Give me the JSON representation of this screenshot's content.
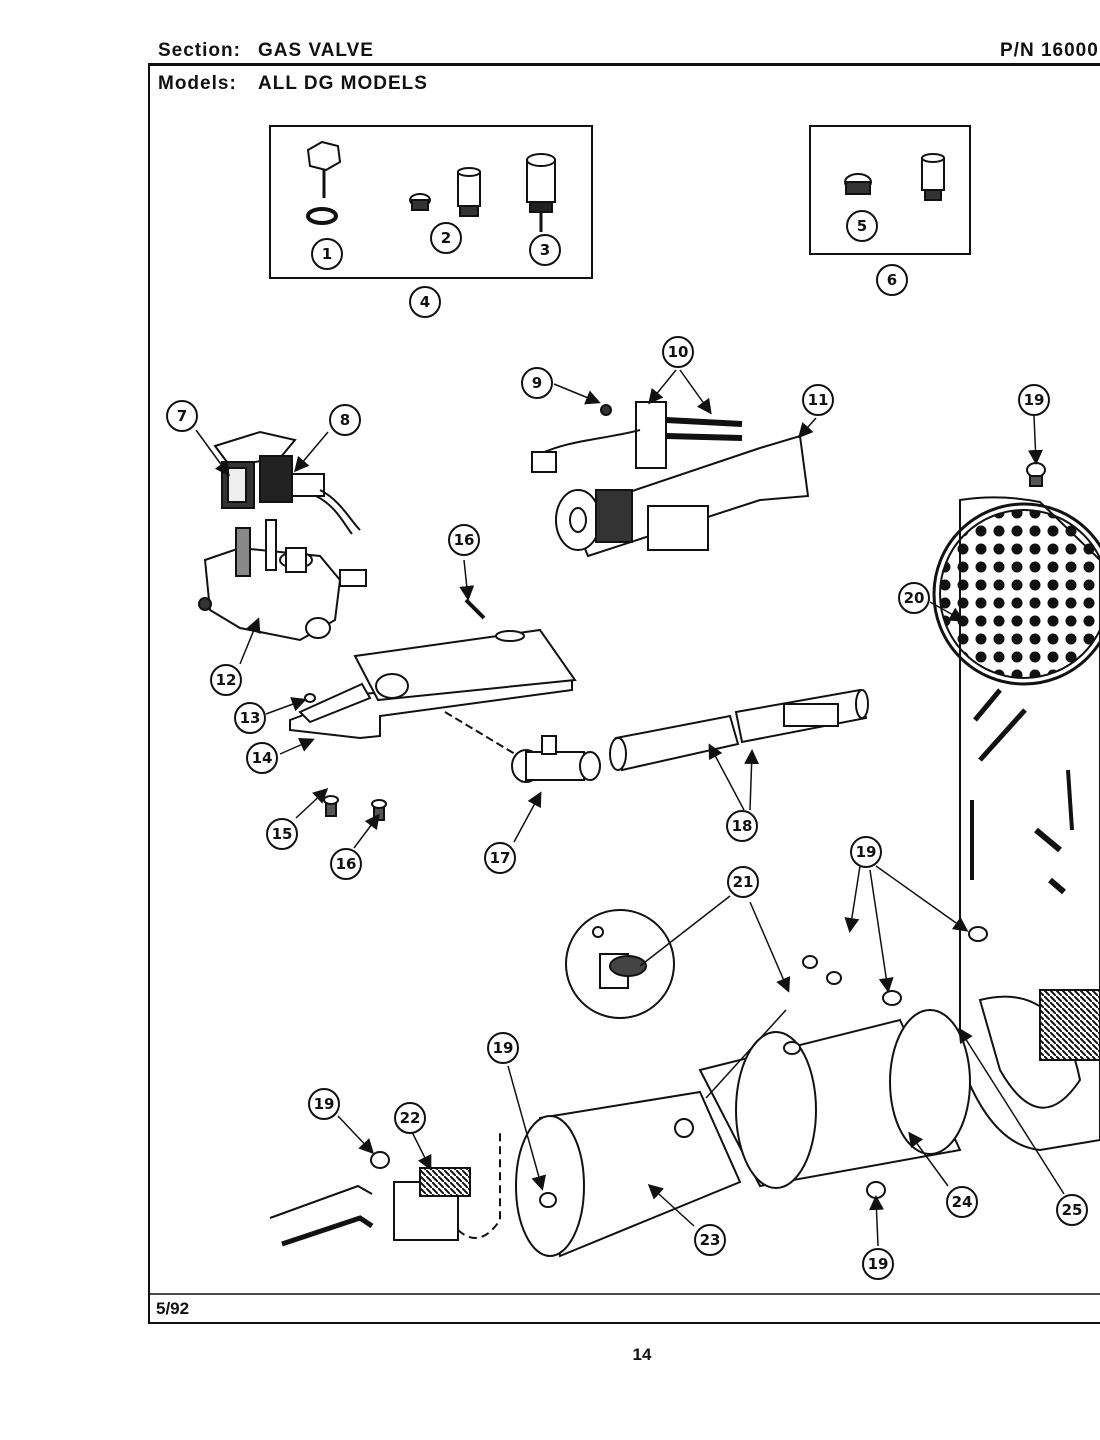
{
  "header": {
    "section_label": "Section:",
    "section_value": "GAS VALVE",
    "pn_text": "P/N 16000",
    "models_label": "Models:",
    "models_value": "ALL DG MODELS"
  },
  "footer": {
    "date": "5/92",
    "page_number": "14"
  },
  "callouts": {
    "c1": "1",
    "c2": "2",
    "c3": "3",
    "c4": "4",
    "c5": "5",
    "c6": "6",
    "c7": "7",
    "c8": "8",
    "c9": "9",
    "c10": "10",
    "c11": "11",
    "c12": "12",
    "c13": "13",
    "c14": "14",
    "c15": "15",
    "c16a": "16",
    "c16b": "16",
    "c17": "17",
    "c18": "18",
    "c19a": "19",
    "c19b": "19",
    "c19c": "19",
    "c19d": "19",
    "c19e": "19",
    "c20": "20",
    "c21": "21",
    "c22": "22",
    "c23": "23",
    "c24": "24",
    "c25": "25"
  }
}
